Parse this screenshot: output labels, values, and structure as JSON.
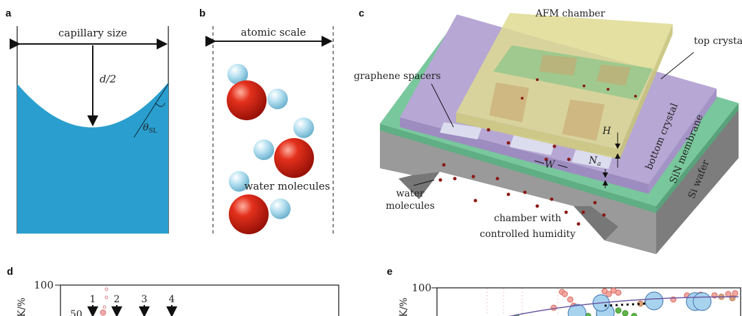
{
  "panels": {
    "a": {
      "label": "a",
      "capillary_size": "capillary size",
      "d_half": "d/2",
      "theta": "θ",
      "theta_sub": "SL"
    },
    "b": {
      "label": "b",
      "atomic_scale": "atomic scale",
      "water_molecules": "water molecules"
    },
    "c": {
      "label": "c",
      "afm_chamber": "AFM chamber",
      "top_crystal": "top crystal",
      "graphene_spacers": "graphene spacers",
      "bottom_crystal": "bottom crystal",
      "sin_membrane": "SiN membrane",
      "si_wafer": "Si wafer",
      "H": "H",
      "W": "W",
      "N": "N",
      "N_sub": "a",
      "water_line1": "water",
      "water_line2": "molecules",
      "chamber_line1": "chamber with",
      "chamber_line2": "controlled humidity"
    },
    "d": {
      "label": "d"
    },
    "e": {
      "label": "e"
    }
  },
  "colors": {
    "water": "#2a9fcf",
    "purple": "#b2a3cf",
    "green": "#6fbf95",
    "yellow": "#d8d58e",
    "gray": "#8d8d8d",
    "molecule_red": "#d42a1a",
    "molecule_blue": "#a9d8ea"
  },
  "chart_data": [
    {
      "type": "scatter",
      "panel": "d",
      "ylabel": "γK/%",
      "yticks": [
        "100"
      ],
      "inset_ytick": "50",
      "annotations": [
        "1",
        "2",
        "3",
        "4"
      ]
    },
    {
      "type": "scatter",
      "panel": "e",
      "ylabel": "γK/%",
      "yticks": [
        "100"
      ]
    }
  ]
}
